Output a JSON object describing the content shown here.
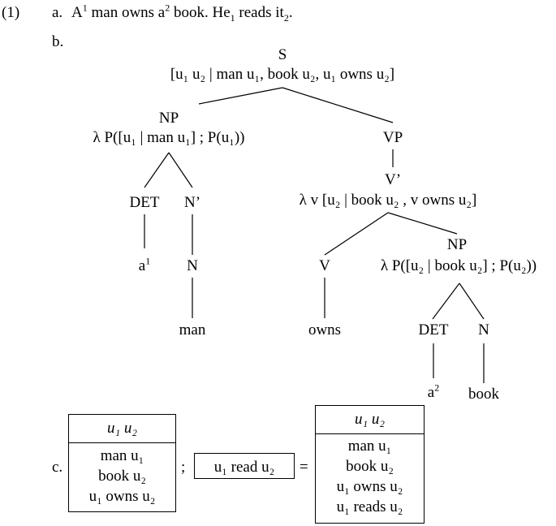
{
  "example": {
    "number": "(1)",
    "a_marker": "a.",
    "b_marker": "b.",
    "c_marker": "c.",
    "sentence": {
      "w1": "A",
      "w1_sup": "1",
      "w2": " man owns a",
      "w2_sup": "2",
      "w3": " book. He",
      "w3_sub": "1",
      "w4": " reads it",
      "w4_sub": "2",
      "w5": "."
    }
  },
  "tree": {
    "root": {
      "cat": "S",
      "sem": "[u₁ u₂  |  man u₁, book u₂, u₁ owns u₂]"
    },
    "np1": {
      "cat": "NP",
      "sem": "λ P([u₁  |  man u₁] ; P(u₁))"
    },
    "vp": {
      "cat": "VP"
    },
    "vbar": {
      "cat": "V’",
      "sem": "λ v [u₂  |  book u₂ , v owns u₂]"
    },
    "det1": {
      "cat": "DET"
    },
    "nbar": {
      "cat": "N’"
    },
    "a1": {
      "word": "a",
      "sup": "1"
    },
    "n1": {
      "cat": "N"
    },
    "man": {
      "word": "man"
    },
    "v": {
      "cat": "V"
    },
    "owns": {
      "word": "owns"
    },
    "np2": {
      "cat": "NP",
      "sem": "λ P([u₂  |  book u₂] ; P(u₂))"
    },
    "det2": {
      "cat": "DET"
    },
    "n2": {
      "cat": "N"
    },
    "a2": {
      "word": "a",
      "sup": "2"
    },
    "book": {
      "word": "book"
    }
  },
  "drs": {
    "box1": {
      "refs": "u₁ u₂",
      "conds": [
        "man u₁",
        "book u₂",
        "u₁ owns u₂"
      ]
    },
    "semicolon": ";",
    "box2": {
      "cond": "u₁ read u₂"
    },
    "equals": "=",
    "box3": {
      "refs": "u₁ u₂",
      "conds": [
        "man u₁",
        "book u₂",
        "u₁ owns u₂",
        "u₁ reads u₂"
      ]
    }
  }
}
